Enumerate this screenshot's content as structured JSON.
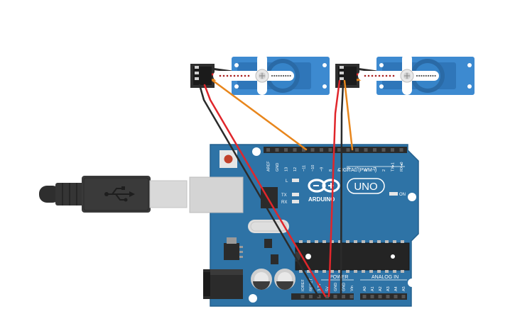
{
  "board": {
    "brand": "ARDUINO",
    "model": "UNO",
    "digital_header_label": "DIGITAL (PWM~)",
    "power_header_label": "POWER",
    "analog_header_label": "ANALOG IN",
    "led_l": "L",
    "led_tx": "TX",
    "led_rx": "RX",
    "led_on": "ON",
    "digital_pins": [
      "AREF",
      "GND",
      "13",
      "12",
      "~11",
      "~10",
      "~9",
      "8",
      "7",
      "~6",
      "~5",
      "4",
      "~3",
      "2",
      "TX▸1",
      "RX◂0"
    ],
    "power_pins": [
      "IOREF",
      "RESET",
      "3.3V",
      "5V",
      "GND",
      "GND",
      "Vin"
    ],
    "analog_pins": [
      "A0",
      "A1",
      "A2",
      "A3",
      "A4",
      "A5"
    ]
  },
  "components": {
    "servo_left": "servo-motor",
    "servo_right": "servo-motor",
    "usb_cable": "usb-b-cable"
  },
  "wire_colors": {
    "signal": "#e8861c",
    "power": "#e0262b",
    "ground": "#2b2b2b"
  }
}
